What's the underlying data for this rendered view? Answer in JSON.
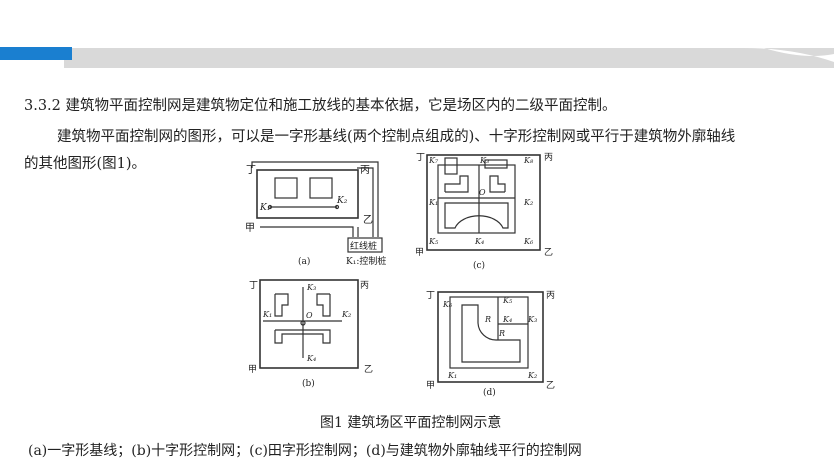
{
  "header": {
    "accent_color": "#1a7fd0",
    "bar_color": "#d9d9d9"
  },
  "body": {
    "para1": "3.3.2  建筑物平面控制网是建筑物定位和施工放线的基本依据，它是场区内的二级平面控制。",
    "para2": "建筑物平面控制网的图形，可以是一字形基线(两个控制点组成的)、十字形控制网或平行于建筑物外廓轴线",
    "para2_cont": "的其他图形(图1)。"
  },
  "figure": {
    "corners": {
      "jia": "甲",
      "yi": "乙",
      "bing": "丙",
      "ding": "丁"
    },
    "a": {
      "label": "(a)",
      "k1": "K₁",
      "k2": "K₂",
      "stake_box": "红线桩",
      "legend": "K₁:控制桩"
    },
    "b": {
      "label": "(b)",
      "k1": "K₁",
      "k2": "K₂",
      "k3": "K₃",
      "k4": "K₄",
      "o": "O"
    },
    "c": {
      "label": "(c)",
      "k1": "K₁",
      "k2": "K₂",
      "k3": "K₃",
      "k4": "K₄",
      "k5": "K₅",
      "k6": "K₆",
      "k7": "K₇",
      "k8": "K₈",
      "o": "O"
    },
    "d": {
      "label": "(d)",
      "k1": "K₁",
      "k2": "K₂",
      "k3": "K₃",
      "k4": "K₄",
      "k5": "K₅",
      "k6": "K₆",
      "r": "R"
    },
    "caption": "图1  建筑场区平面控制网示意",
    "subcaption": "(a)一字形基线；(b)十字形控制网；(c)田字形控制网；(d)与建筑物外廓轴线平行的控制网"
  }
}
